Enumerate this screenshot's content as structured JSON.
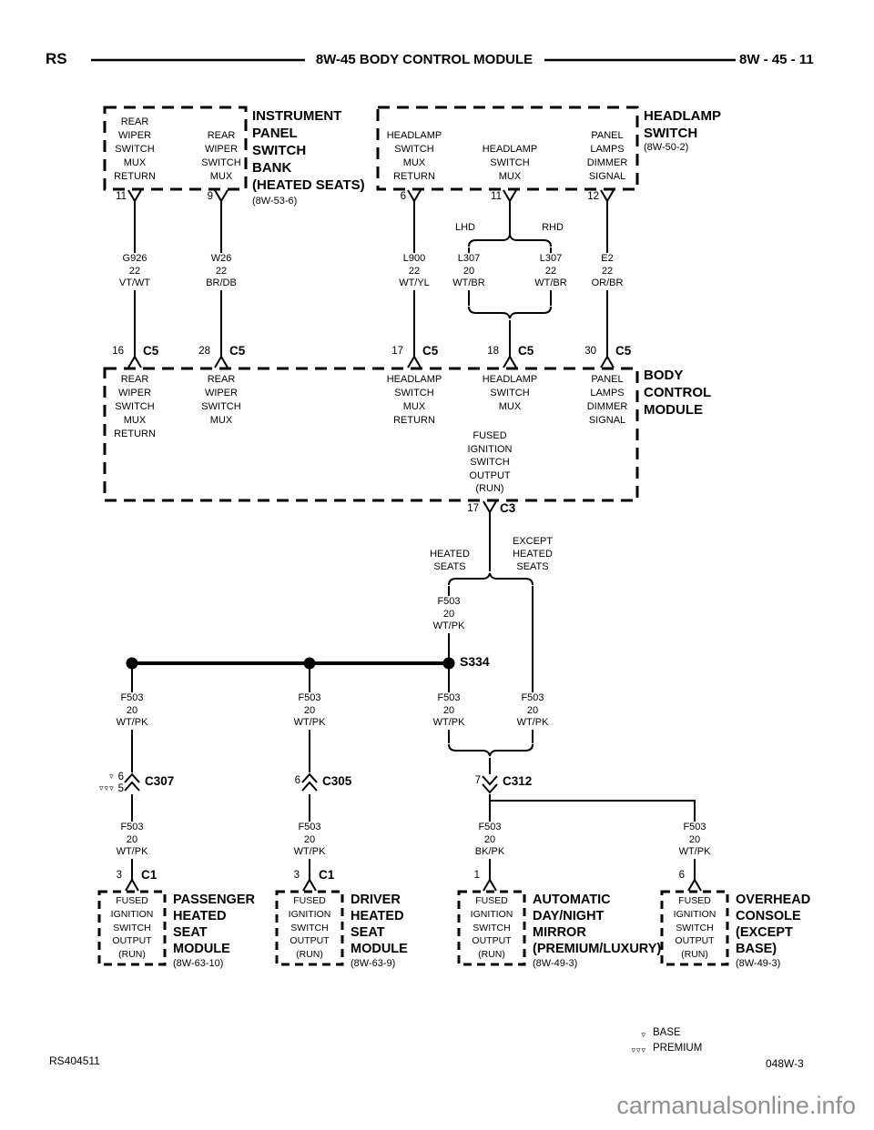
{
  "header": {
    "model_code": "RS",
    "title": "8W-45 BODY CONTROL MODULE",
    "page_code": "8W - 45 - 11"
  },
  "instrument_panel_switch_bank": {
    "title": "INSTRUMENT\nPANEL\nSWITCH\nBANK\n(HEATED SEATS)",
    "ref": "(8W-53-6)",
    "pins": [
      {
        "number": "11",
        "label": "REAR\nWIPER\nSWITCH\nMUX\nRETURN"
      },
      {
        "number": "9",
        "label": "REAR\nWIPER\nSWITCH\nMUX"
      }
    ]
  },
  "headlamp_switch": {
    "title": "HEADLAMP\nSWITCH",
    "ref": "(8W-50-2)",
    "pins": [
      {
        "number": "6",
        "label": "HEADLAMP\nSWITCH\nMUX\nRETURN"
      },
      {
        "number": "11",
        "label": "HEADLAMP\nSWITCH\nMUX"
      },
      {
        "number": "12",
        "label": "PANEL\nLAMPS\nDIMMER\nSIGNAL"
      }
    ]
  },
  "variant_labels": {
    "lhd": "LHD",
    "rhd": "RHD"
  },
  "wire_labels": {
    "g926": "G926\n22\nVT/WT",
    "w26": "W26\n22\nBR/DB",
    "l900": "L900\n22\nWT/YL",
    "l307_lhd": "L307\n20\nWT/BR",
    "l307_rhd": "L307\n22\nWT/BR",
    "e2": "E2\n22\nOR/BR",
    "f503_c3": "F503\n20\nWT/PK",
    "f503_s334_left": "F503\n20\nWT/PK",
    "f503_s334_mid": "F503\n20\nWT/PK",
    "f503_s334_right": "F503\n20\nWT/PK",
    "f503_except": "F503\n20\nWT/PK",
    "f503_passenger": "F503\n20\nWT/PK",
    "f503_driver": "F503\n20\nWT/PK",
    "f503_mirror": "F503\n20\nBK/PK",
    "f503_console": "F503\n20\nWT/PK"
  },
  "body_control_module": {
    "title": "BODY\nCONTROL\nMODULE",
    "connectors": [
      {
        "number": "16",
        "name": "C5",
        "label": "REAR\nWIPER\nSWITCH\nMUX\nRETURN"
      },
      {
        "number": "28",
        "name": "C5",
        "label": "REAR\nWIPER\nSWITCH\nMUX"
      },
      {
        "number": "17",
        "name": "C5",
        "label": "HEADLAMP\nSWITCH\nMUX\nRETURN"
      },
      {
        "number": "18",
        "name": "C5",
        "label": "HEADLAMP\nSWITCH\nMUX"
      },
      {
        "number": "30",
        "name": "C5",
        "label": "PANEL\nLAMPS\nDIMMER\nSIGNAL"
      }
    ],
    "output": {
      "number": "17",
      "name": "C3",
      "label": "FUSED\nIGNITION\nSWITCH\nOUTPUT\n(RUN)"
    }
  },
  "branches": {
    "heated": "HEATED\nSEATS",
    "except_heated": "EXCEPT\nHEATED\nSEATS"
  },
  "splice": {
    "name": "S334"
  },
  "inline_connectors": {
    "c307": {
      "name": "C307",
      "base_sym": "▿",
      "base_pin": "6",
      "premium_sym": "▿▿▿",
      "premium_pin": "5"
    },
    "c305": {
      "name": "C305",
      "pin": "6"
    },
    "c312": {
      "name": "C312",
      "pin": "7"
    }
  },
  "modules": [
    {
      "pin": "3",
      "connector": "C1",
      "internal": "FUSED\nIGNITION\nSWITCH\nOUTPUT\n(RUN)",
      "title": "PASSENGER\nHEATED\nSEAT\nMODULE",
      "ref": "(8W-63-10)"
    },
    {
      "pin": "3",
      "connector": "C1",
      "internal": "FUSED\nIGNITION\nSWITCH\nOUTPUT\n(RUN)",
      "title": "DRIVER\nHEATED\nSEAT\nMODULE",
      "ref": "(8W-63-9)"
    },
    {
      "pin": "1",
      "internal": "FUSED\nIGNITION\nSWITCH\nOUTPUT\n(RUN)",
      "title": "AUTOMATIC\nDAY/NIGHT\nMIRROR\n(PREMIUM/LUXURY)",
      "ref": "(8W-49-3)"
    },
    {
      "pin": "6",
      "internal": "FUSED\nIGNITION\nSWITCH\nOUTPUT\n(RUN)",
      "title": "OVERHEAD\nCONSOLE\n(EXCEPT\nBASE)",
      "ref": "(8W-49-3)"
    }
  ],
  "legend": {
    "base_sym": "▿",
    "base_label": "BASE",
    "premium_sym": "▿▿▿",
    "premium_label": "PREMIUM"
  },
  "footer": {
    "doc_code": "RS404511",
    "page_ref": "048W-3",
    "watermark": "carmanualsonline.info"
  },
  "colors": {
    "line": "#000000",
    "background": "#ffffff",
    "watermark": "#8f8f8f"
  }
}
